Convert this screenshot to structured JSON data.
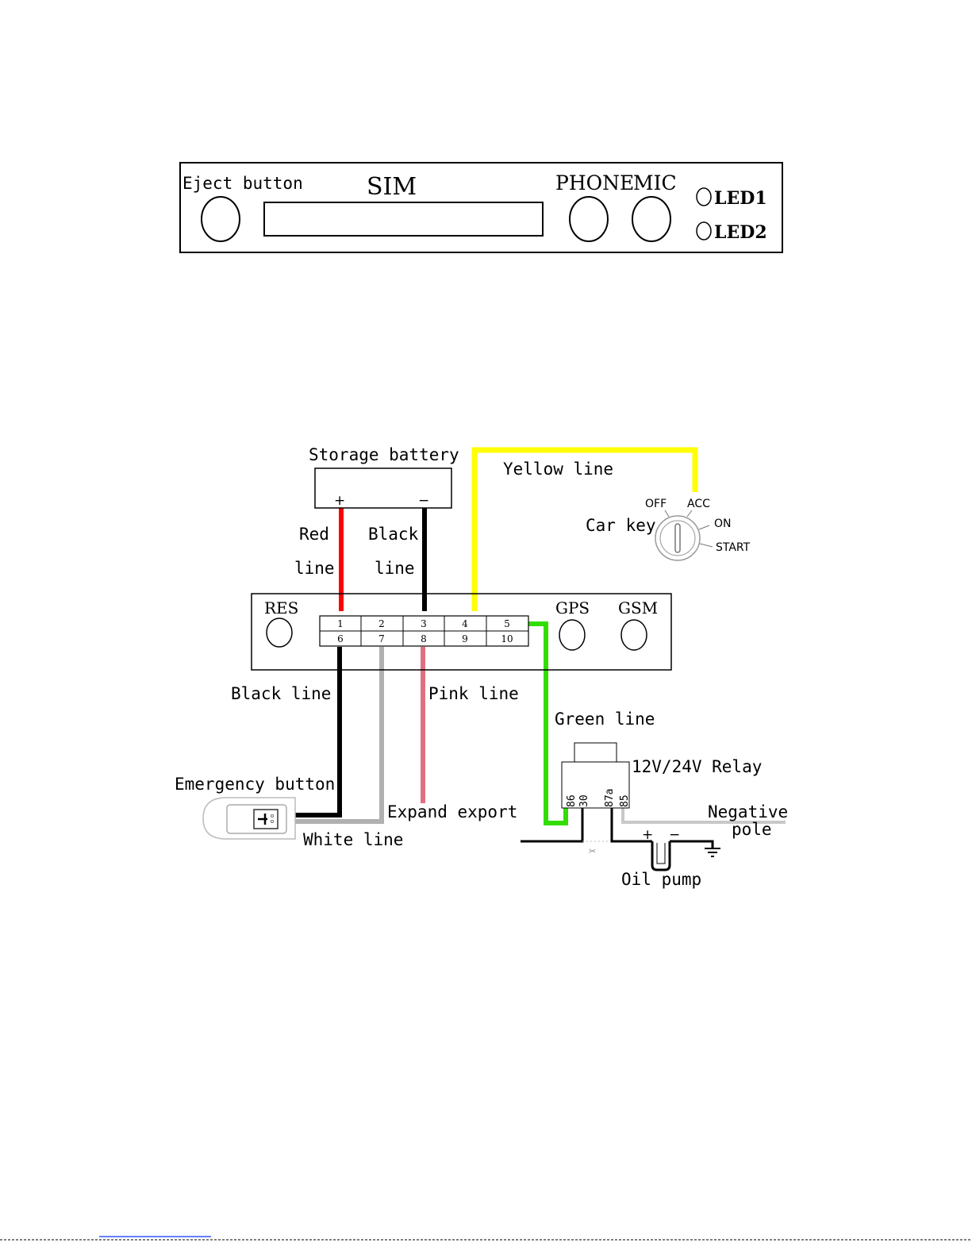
{
  "front_panel": {
    "eject_label": "Eject button",
    "sim_label": "SIM",
    "phone_label": "PHONE",
    "mic_label": "MIC",
    "led1_label": "LED1",
    "led2_label": "LED2"
  },
  "wiring": {
    "storage_battery": "Storage battery",
    "plus": "+",
    "minus": "−",
    "red_line": [
      "Red",
      "line"
    ],
    "black_line_top": [
      "Black",
      "line"
    ],
    "yellow_line": "Yellow line",
    "car_key": "Car key",
    "key_positions": [
      "OFF",
      "ACC",
      "ON",
      "START"
    ],
    "res_label": "RES",
    "gps_label": "GPS",
    "gsm_label": "GSM",
    "pins_top": [
      "1",
      "2",
      "3",
      "4",
      "5"
    ],
    "pins_bottom": [
      "6",
      "7",
      "8",
      "9",
      "10"
    ],
    "black_line_bottom": "Black line",
    "pink_line": "Pink line",
    "green_line": "Green line",
    "relay": "12V/24V Relay",
    "relay_pins": [
      "86",
      "30",
      "87a",
      "85"
    ],
    "emergency_button": "Emergency button",
    "expand_export": "Expand export",
    "white_line": "White line",
    "negative_pole": [
      "Negative",
      "pole"
    ],
    "oil_pump": "Oil pump",
    "pump_plus": "+",
    "pump_minus": "−"
  },
  "colors": {
    "red_wire": "#ff0000",
    "black_wire": "#000000",
    "yellow_wire": "#ffff00",
    "green_wire": "#33dd00",
    "white_wire": "#b0b0b0",
    "pink_wire": "#e07080"
  }
}
